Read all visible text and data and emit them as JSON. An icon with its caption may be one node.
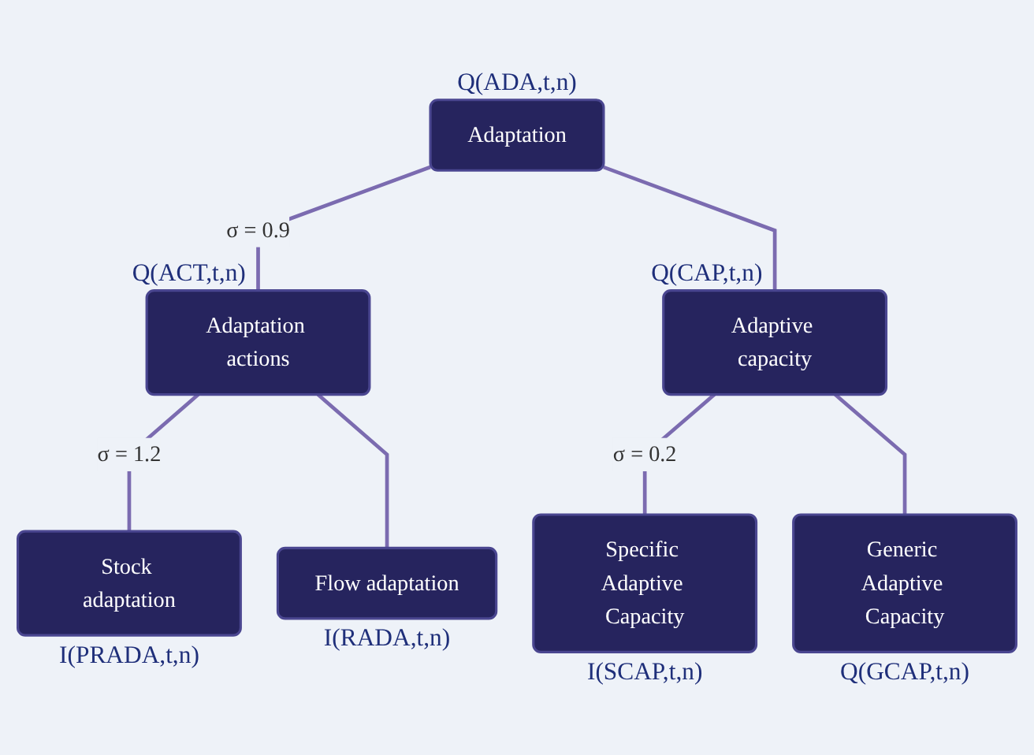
{
  "diagram": {
    "nodes": [
      {
        "text": [
          "Adaptation"
        ],
        "beside": [
          "Q(ADA,t,n)"
        ]
      },
      {
        "text": [
          "Adaptation actions"
        ],
        "beside": [
          "Q(ACT,t,n)"
        ]
      },
      {
        "text": [
          "Adaptive capacity"
        ],
        "beside": [
          "Q(CAP,t,n)"
        ]
      },
      {
        "text": [
          "Stock adaptation"
        ],
        "beside": [
          "I(PRADA,t,n)"
        ]
      },
      {
        "text": [
          "Flow adaptation"
        ],
        "beside": [
          "I(RADA,t,n)"
        ]
      },
      {
        "text": [
          "Specific Adaptive Capacity"
        ],
        "beside": [
          "I(SCAP,t,n)"
        ]
      },
      {
        "text": [
          "Generic Adaptive Capacity"
        ],
        "beside": [
          "Q(GCAP,t,n)"
        ]
      }
    ],
    "edges": [
      {
        "from": 0,
        "to": 1,
        "arrow": "none",
        "label": "σ = 0.9"
      },
      {
        "from": 0,
        "to": 2,
        "arrow": "none"
      },
      {
        "from": 1,
        "to": 3,
        "arrow": "none",
        "label": "σ = 1.2"
      },
      {
        "from": 1,
        "to": 4,
        "arrow": "none"
      },
      {
        "from": 2,
        "to": 5,
        "arrow": "none",
        "label": "σ = 0.2"
      },
      {
        "from": 2,
        "to": 6,
        "arrow": "none"
      }
    ]
  }
}
